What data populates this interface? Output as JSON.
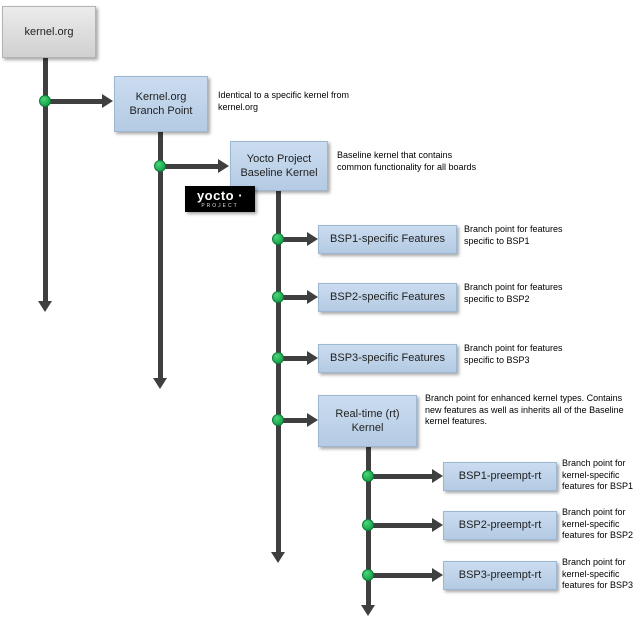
{
  "nodes": {
    "kernel_org": {
      "label": "kernel.org"
    },
    "branch_point": {
      "label": "Kernel.org\nBranch Point"
    },
    "baseline": {
      "label": "Yocto Project\nBaseline Kernel"
    },
    "bsp1": {
      "label": "BSP1-specific Features"
    },
    "bsp2": {
      "label": "BSP2-specific Features"
    },
    "bsp3": {
      "label": "BSP3-specific Features"
    },
    "rt": {
      "label": "Real-time (rt)\nKernel"
    },
    "bsp1_rt": {
      "label": "BSP1-preempt-rt"
    },
    "bsp2_rt": {
      "label": "BSP2-preempt-rt"
    },
    "bsp3_rt": {
      "label": "BSP3-preempt-rt"
    }
  },
  "annotations": {
    "branch_point": "Identical to a specific kernel from kernel.org",
    "baseline": "Baseline kernel that contains common functionality for all boards",
    "bsp1": "Branch point for features specific to BSP1",
    "bsp2": "Branch point for features specific to BSP2",
    "bsp3": "Branch point for features specific to BSP3",
    "rt": "Branch point for enhanced kernel types. Contains new features as well as inherits all of the Baseline kernel features.",
    "bsp1_rt": "Branch point for kernel-specific features for BSP1",
    "bsp2_rt": "Branch point for kernel-specific features for BSP2",
    "bsp3_rt": "Branch point for kernel-specific features for BSP3"
  },
  "logo": {
    "wordmark": "yocto ·",
    "subtext": "PROJECT"
  },
  "colors": {
    "node_fill": "#b4cbe3",
    "kernel_fill": "#d0d0d0",
    "line": "#3f3f3f",
    "branch_dot": "#17a24b",
    "logo_bg": "#000000"
  }
}
